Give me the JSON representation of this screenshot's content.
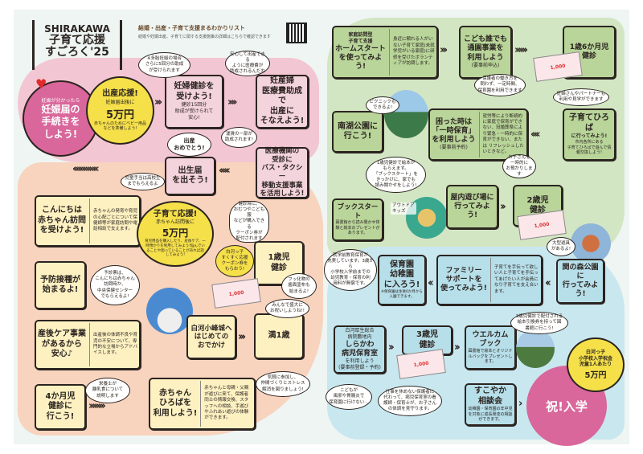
{
  "header": {
    "brand": "SHIRAKAWA",
    "title": "子育て応援\nすごろく'25",
    "list_title": "結婚・出産・子育て支援まるわかりリスト",
    "list_sub": "結婚や妊娠出産、子育てに関する支援施策の詳細はこちらで確認できます"
  },
  "colors": {
    "pink": "#f3d3dc",
    "peach": "#f8d3bd",
    "yellow": "#f5e04a",
    "green": "#b9d59a",
    "blue": "#b7dfea",
    "magenta": "#d9679b"
  },
  "start": {
    "pre": "妊娠が分かったら",
    "main": "妊娠届の\n手続きを\nしよう!"
  },
  "bonus1": {
    "title": "出産応援!",
    "sub": "妊娠届出後に",
    "amount": "5万円",
    "note": "赤ちゃんのためにベビー用品などを準備しよう!"
  },
  "bonus2": {
    "title": "子育て応援!",
    "sub": "赤ちゃん訪問後に",
    "amount": "5万円",
    "note": "育児用品を購入したり、産後ケア、一時預かりを利用してみよう!悩んでいることや困っていることがあれば話してみよう!"
  },
  "bonus3": {
    "text": "白河っ子\n小学校入学祝金\n児童1人あたり",
    "amount": "5万円"
  },
  "goal": {
    "label": "祝!入学"
  },
  "squares": {
    "kenshin": {
      "title": "妊婦健診を\n受けよう!",
      "sub": "健診15回分\n助成が受けられて\n安心!"
    },
    "iryohi": {
      "title": "妊産婦\n医療費助成で\n出産に\nそなえよう!"
    },
    "shussei": {
      "title": "出生届\nを出そう!"
    },
    "iryokikan": {
      "title": "医療機関の\n受診に\nバス・タクシー\n移動支援事業\nを活用しよう!"
    },
    "homon": {
      "title": "こんにちは\n赤ちゃん訪問\nを受けよう!",
      "desc": "赤ちゃんの発育や育児の心配ごとについて保健師等が家庭訪問や電話相談で支えます。"
    },
    "yobo": {
      "title": "予防接種が\n始まるよ!"
    },
    "sango": {
      "title": "産後ケア事業\nがあるから\n安心♪",
      "desc": "出産後の体調不良や育児の不安について、専門的な立場からアドバイスします。"
    },
    "yonkagetsu": {
      "title": "4か月児\n健診に\n行こう!"
    },
    "hiroba": {
      "title": "赤ちゃん\nひろばを\n利用しよう!",
      "desc": "赤ちゃんと母親・父親が遊びに来て、保護者同士の情報交換、スタッフへの相談、手遊びやふれあい遊びの体験ができます。"
    },
    "komine": {
      "title": "白河小峰城へ\nはじめての\nおでかけ"
    },
    "man1": {
      "title": "満1歳"
    },
    "issai": {
      "title": "1歳児\n健診"
    },
    "homestart": {
      "pre": "家庭訪問型\n子育て支援",
      "title": "ホームスタート\nを使ってみよう!",
      "desc": "身近に頼れる人がいない子育て家庭(未就学児がいる家庭)に研修を受けたボランティアが訪問します。"
    },
    "daredemo": {
      "title": "こども誰でも\n通園事業を\n利用しよう",
      "sub": "(要事前申込)"
    },
    "issai6": {
      "title": "1歳6か月児\n健診"
    },
    "nanko": {
      "title": "南湖公園に\n行こう!"
    },
    "ichiji": {
      "title": "困った時は\n「一時保育」\nを利用しよう",
      "sub": "(要事前予約)",
      "desc": "就労等により断続的に家庭で保育ができない、冠婚葬祭により緊急・一時的に保育ができない、または リフレッシュしたいときなど。"
    },
    "kosodatehiroba": {
      "title": "子育てひろば",
      "sub": "に行ってみよう!",
      "desc": "市内各所にある\n子育てひろばで遊んで情報交換しよう!"
    },
    "bookstart": {
      "title": "ブックスタート",
      "desc": "図書館から読み聞かせ体験と絵本のプレゼントがあります。"
    },
    "okunai": {
      "title": "屋内遊び場に\n行ってみよう!"
    },
    "nisai": {
      "title": "2歳児\n健診"
    },
    "hoikuen": {
      "title": "保育園\n幼稚園\nに入ろう!",
      "sub": "※保育園は生後6か月から入園できます。"
    },
    "family": {
      "title": "ファミリー\nサポートを\n使ってみよう!",
      "desc": "子育てを手伝って欲しい人と子育てを手伝ってあげたい人が会員になり子育てを支え合います。"
    },
    "seki": {
      "title": "関の森公園に\n行ってみよう!"
    },
    "byoji": {
      "pre": "白河厚生総合\n病院敷地内",
      "title": "しらかわ\n病児保育室",
      "sub": "を利用しよう\n(要事前登録・予約)"
    },
    "sansai": {
      "title": "3歳児\n健診"
    },
    "welcome": {
      "title": "ウエルカム\nブック",
      "desc": "図書館で絵本とオリジナルバッグをプレゼントします。"
    },
    "sukoyaka": {
      "title": "すこやか\n相談会",
      "desc": "幼稚園・保育園の年中児を対象に成長発達の相談ができます。"
    }
  },
  "bubbles": {
    "tatai": "※多胎妊娠の場合\nさらに5回分の助成\nが受けられます",
    "anshin": "安心して出産できる\nように医療費が\n助成されるんだね",
    "omedeto": "出産\nおめでとう!",
    "unchin": "運賃の一部が\n助成されます!",
    "jido": "児童手当は高校生\nまでもらえるよ",
    "coupon_info": "健診時に、\nおむつやこども服\nなどが購入できる\nクーポン券が\n配付されます",
    "coupon_get": "白河っ子\nすくすく応援\nクーポン券を\nもらおう!",
    "fluoride": "フッ化物の\n歯面塗布も\n始まるよ!",
    "yoshin": "予診票は、\nこんにちは赤ちゃん\n訪問時か、\n中央保健センター\nでもらえるよ!",
    "iwai": "みんなで盛大に\nお祝いしようね!!",
    "eiyo": "栄養士が\n離乳食について\n説明します",
    "kigaru": "気軽に参加し、\n仲間づくりとストレス\n解消を図りましょう!",
    "picnic": "ピクニックも\nできるよ!",
    "hogosha": "保護者の働き方を\n問わず、一定時間、\n保育園を利用できます",
    "ninpu": "妊婦さんやパートナーも\n利用や見学ができます",
    "azukari": "お子さんを\n一時的に\nお預かりします",
    "ehon": "1歳児健診で絵本が\nもらえます。\n「ブックスタート」を\nきっかけに、家でも\n読み聞かせをしよう!",
    "amyu": "アウトドア\nキッズ",
    "ogata": "大型遊具\nがあるよ!",
    "shugaku": "就学前教育保育が\n充実しています。3歳から\n小学校入学前までの\n幼児教育・保育の利\n用料が無償です。",
    "kazeguse": "こどもが\n風邪や胃腸炎で\n保育園に行けない…",
    "shigoto": "仕事を休めない保護者に\n代わって、病児保育室の看\n護師・保育士が、お子さん\nの体調を見守ります。",
    "hikikae": "3歳児健診で配付される\n絵本引換券を持って図\n書館に行こう!"
  },
  "coupon_label": "1,000"
}
